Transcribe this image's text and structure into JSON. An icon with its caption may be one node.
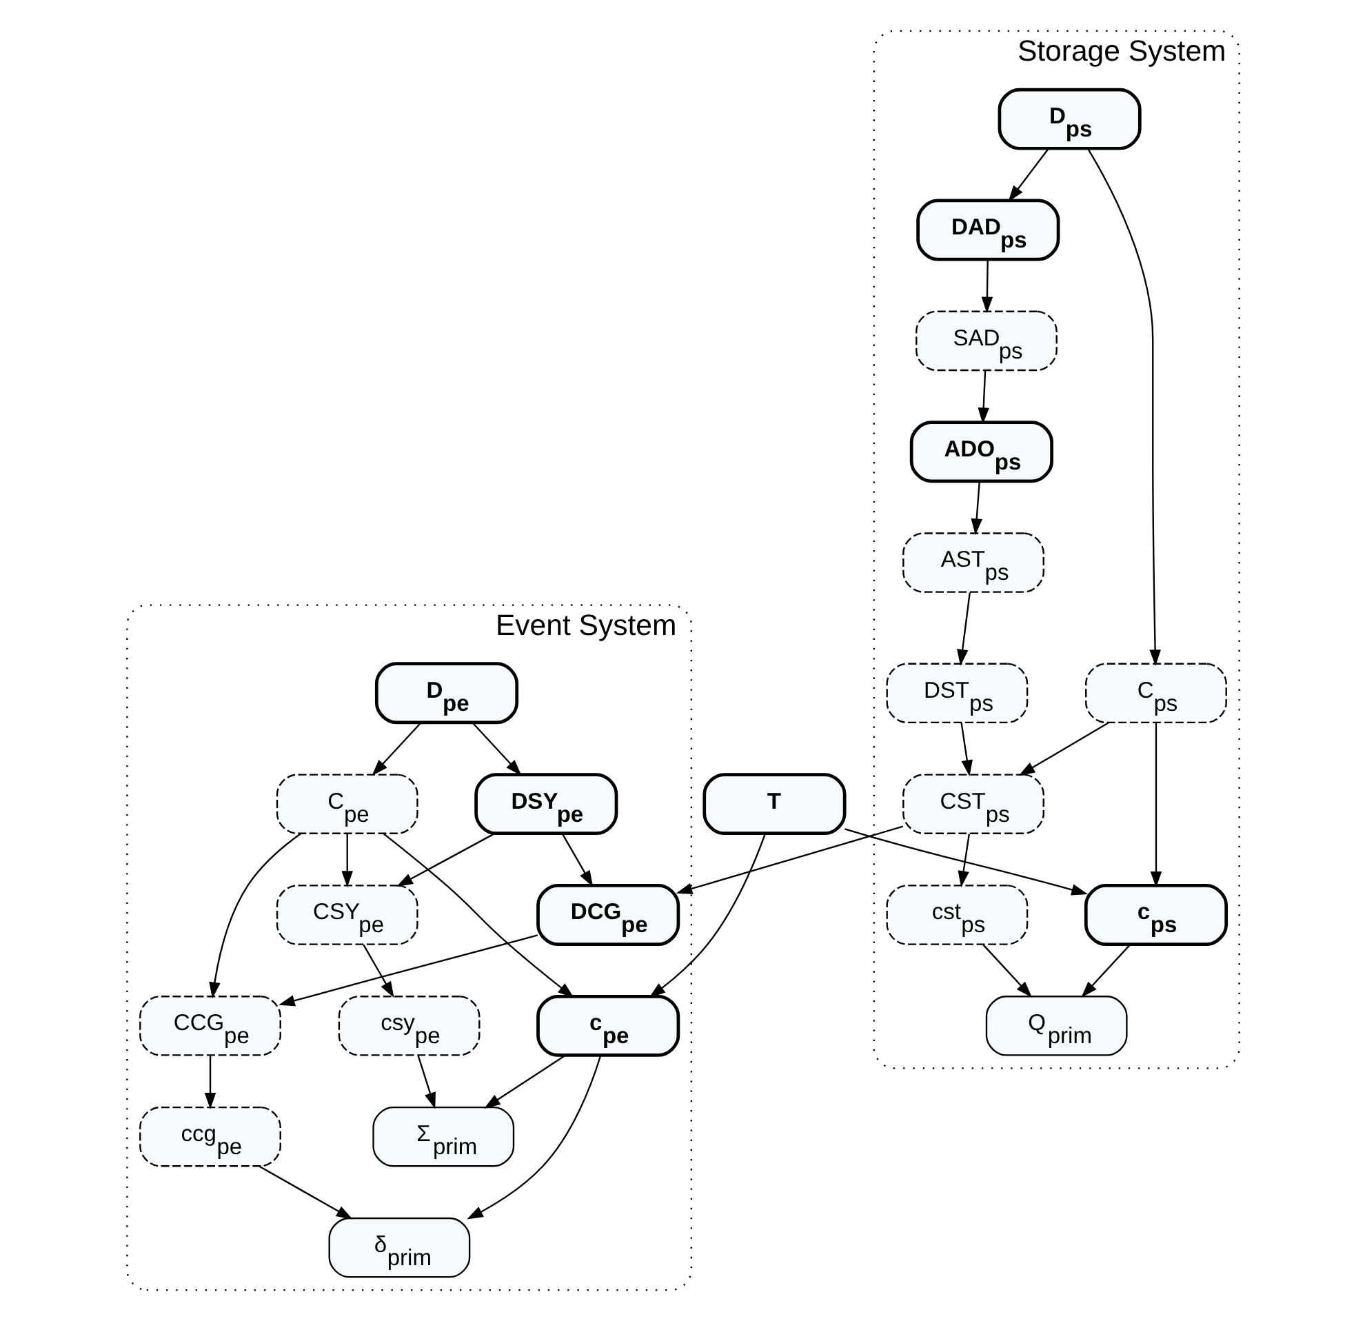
{
  "diagram": {
    "nodes": [
      {
        "text": [
          "Storage System"
        ]
      },
      {
        "text": [
          "ADO$_{ps}$"
        ],
        "in": 0
      },
      {
        "text": [
          "SAD$_{ps}$"
        ],
        "in": 0
      },
      {
        "text": [
          "DAD$_{ps}$"
        ],
        "in": 0
      },
      {
        "text": [
          "D$_{ps}$"
        ],
        "in": 0
      },
      {
        "text": [
          "AST$_{ps}$"
        ],
        "in": 0
      },
      {
        "text": [
          "C$_{ps}$"
        ],
        "in": 0
      },
      {
        "text": [
          "DST$_{ps}$"
        ],
        "in": 0
      },
      {
        "text": [
          "c$_{ps}$"
        ],
        "in": 0
      },
      {
        "text": [
          "CST$_{ps}$"
        ],
        "in": 0
      },
      {
        "text": [
          "cst$_{ps}$"
        ],
        "in": 0
      },
      {
        "text": [
          "Q$_{prim}$"
        ],
        "in": 0
      },
      {
        "text": [
          "T"
        ]
      },
      {
        "text": [
          "Event System"
        ]
      },
      {
        "text": [
          "δ$_{prim}$"
        ],
        "in": 13
      },
      {
        "text": [
          "Σ$_{prim}$"
        ],
        "in": 13
      },
      {
        "text": [
          "ccg$_{pe}$"
        ],
        "in": 13
      },
      {
        "text": [
          "csy$_{pe}$"
        ],
        "in": 13
      },
      {
        "text": [
          "c$_{pe}$"
        ],
        "in": 13
      },
      {
        "text": [
          "CSY$_{pe}$"
        ],
        "in": 13
      },
      {
        "text": [
          "CCG$_{pe}$"
        ],
        "in": 13
      },
      {
        "text": [
          "C$_{pe}$"
        ],
        "in": 13
      },
      {
        "text": [
          "DCG$_{pe}$"
        ],
        "in": 13
      },
      {
        "text": [
          "DSY$_{pe}$"
        ],
        "in": 13
      },
      {
        "text": [
          "D$_{pe}$"
        ],
        "in": 13
      }
    ],
    "edges": [
      {
        "from": 4,
        "to": 3,
        "arrow": "to"
      },
      {
        "from": 3,
        "to": 2,
        "arrow": "to"
      },
      {
        "from": 2,
        "to": 1,
        "arrow": "to"
      },
      {
        "from": 1,
        "to": 5,
        "arrow": "to"
      },
      {
        "from": 5,
        "to": 7,
        "arrow": "to"
      },
      {
        "from": 7,
        "to": 9,
        "arrow": "to"
      },
      {
        "from": 4,
        "to": 6,
        "arrow": "to"
      },
      {
        "from": 6,
        "to": 8,
        "arrow": "to"
      },
      {
        "from": 6,
        "to": 9,
        "arrow": "to"
      },
      {
        "from": 9,
        "to": 10,
        "arrow": "to"
      },
      {
        "from": 10,
        "to": 11,
        "arrow": "to"
      },
      {
        "from": 8,
        "to": 11,
        "arrow": "to"
      },
      {
        "from": 12,
        "to": 8,
        "arrow": "to"
      },
      {
        "from": 12,
        "to": 18,
        "arrow": "to"
      },
      {
        "from": 9,
        "to": 22,
        "arrow": "to"
      },
      {
        "from": 18,
        "to": 14,
        "arrow": "to"
      },
      {
        "from": 18,
        "to": 15,
        "arrow": "to"
      },
      {
        "from": 16,
        "to": 14,
        "arrow": "to"
      },
      {
        "from": 17,
        "to": 15,
        "arrow": "to"
      },
      {
        "from": 20,
        "to": 16,
        "arrow": "to"
      },
      {
        "from": 19,
        "to": 17,
        "arrow": "to"
      },
      {
        "from": 22,
        "to": 20,
        "arrow": "to"
      },
      {
        "from": 21,
        "to": 20,
        "arrow": "to"
      },
      {
        "from": 21,
        "to": 19,
        "arrow": "to"
      },
      {
        "from": 21,
        "to": 18,
        "arrow": "to"
      },
      {
        "from": 23,
        "to": 19,
        "arrow": "to"
      },
      {
        "from": 23,
        "to": 22,
        "arrow": "to"
      },
      {
        "from": 24,
        "to": 23,
        "arrow": "to"
      },
      {
        "from": 24,
        "to": 21,
        "arrow": "to"
      }
    ]
  }
}
